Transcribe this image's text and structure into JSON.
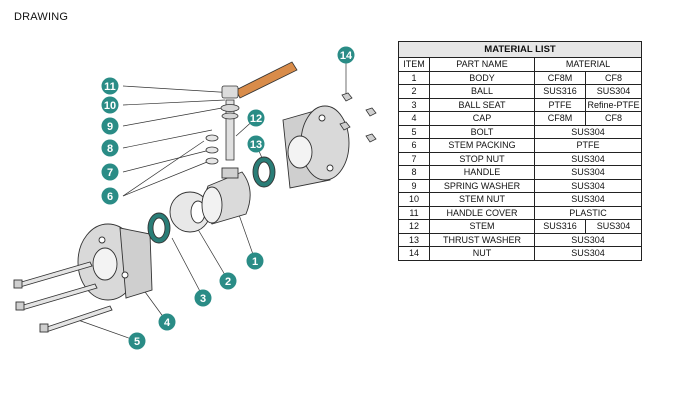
{
  "page": {
    "title": "DRAWING"
  },
  "colors": {
    "callout": "#2a8c86",
    "handle": "#d98c4a",
    "seal": "#2a7d77",
    "metal": "#d9d9d9",
    "outline": "#333333"
  },
  "callouts": [
    "1",
    "2",
    "3",
    "4",
    "5",
    "6",
    "7",
    "8",
    "9",
    "10",
    "11",
    "12",
    "13",
    "14"
  ],
  "material_list": {
    "caption": "MATERIAL LIST",
    "headers": {
      "item": "ITEM",
      "part_name": "PART NAME",
      "material": "MATERIAL"
    },
    "rows": [
      {
        "item": "1",
        "part": "BODY",
        "m1": "CF8M",
        "m2": "CF8"
      },
      {
        "item": "2",
        "part": "BALL",
        "m1": "SUS316",
        "m2": "SUS304"
      },
      {
        "item": "3",
        "part": "BALL SEAT",
        "m1": "PTFE",
        "m2": "Refine-PTFE"
      },
      {
        "item": "4",
        "part": "CAP",
        "m1": "CF8M",
        "m2": "CF8"
      },
      {
        "item": "5",
        "part": "BOLT",
        "m": "SUS304"
      },
      {
        "item": "6",
        "part": "STEM PACKING",
        "m": "PTFE"
      },
      {
        "item": "7",
        "part": "STOP NUT",
        "m": "SUS304"
      },
      {
        "item": "8",
        "part": "HANDLE",
        "m": "SUS304"
      },
      {
        "item": "9",
        "part": "SPRING WASHER",
        "m": "SUS304"
      },
      {
        "item": "10",
        "part": "STEM NUT",
        "m": "SUS304"
      },
      {
        "item": "11",
        "part": "HANDLE COVER",
        "m": "PLASTIC"
      },
      {
        "item": "12",
        "part": "STEM",
        "m1": "SUS316",
        "m2": "SUS304"
      },
      {
        "item": "13",
        "part": "THRUST WASHER",
        "m": "SUS304"
      },
      {
        "item": "14",
        "part": "NUT",
        "m": "SUS304"
      }
    ]
  }
}
